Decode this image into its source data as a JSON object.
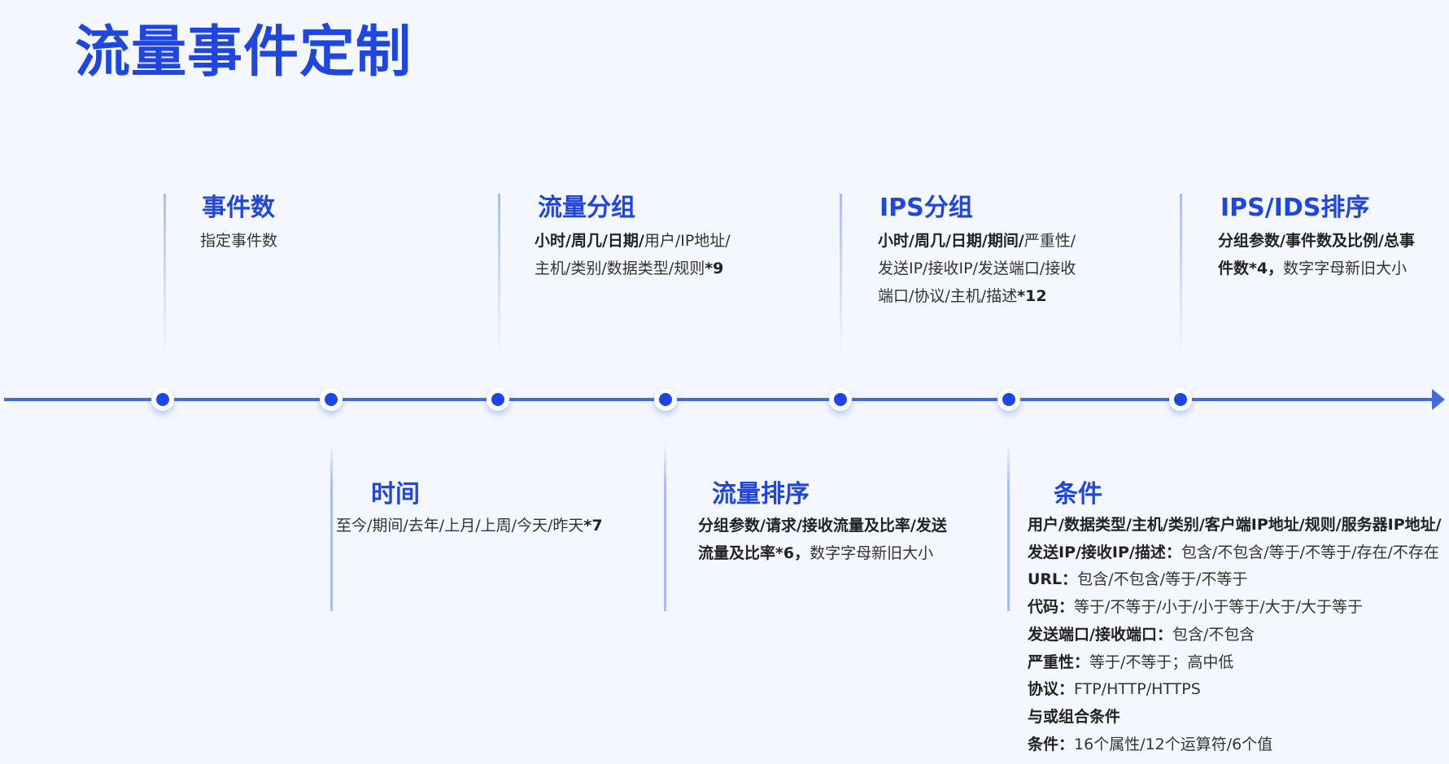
{
  "title": "流量事件定制",
  "upper": [
    {
      "title": "事件数",
      "lines": [
        {
          "bold": "",
          "normal": "指定事件数"
        }
      ]
    },
    {
      "title": "流量分组",
      "lines": [
        {
          "bold": "小时/周几/日期/",
          "normal": "用户/IP地址/"
        },
        {
          "bold": "",
          "normal": "主机/类别/数据类型/规则",
          "tail": "*9"
        }
      ]
    },
    {
      "title": "IPS分组",
      "lines": [
        {
          "bold": "小时/周几/日期/期间/",
          "normal": "严重性/"
        },
        {
          "bold": "",
          "normal": "发送IP/接收IP/发送端口/接收"
        },
        {
          "bold": "",
          "normal": "端口/协议/主机/描述",
          "tail": "*12"
        }
      ]
    },
    {
      "title": "IPS/IDS排序",
      "lines": [
        {
          "bold": "分组参数/事件数及比例/总事",
          "normal": ""
        },
        {
          "bold": "件数*4，",
          "normal": "数字字母新旧大小"
        }
      ]
    }
  ],
  "lower": [
    {
      "title": "时间",
      "lines": [
        {
          "bold": "",
          "normal": "至今/期间/去年/上月/上周/今天/昨天",
          "tail": "*7"
        }
      ]
    },
    {
      "title": "流量排序",
      "lines": [
        {
          "bold": "分组参数/请求/接收流量及比率/发送",
          "normal": ""
        },
        {
          "bold": "流量及比率*6，",
          "normal": "数字字母新旧大小"
        }
      ]
    },
    {
      "title": "条件",
      "lines": [
        {
          "bold": "用户/数据类型/主机/类别/客户端IP地址/规则/服务器IP地址/",
          "normal": ""
        },
        {
          "bold": "发送IP/接收IP/描述：",
          "normal": "包含/不包含/等于/不等于/存在/不存在"
        },
        {
          "bold": "URL：",
          "normal": "包含/不包含/等于/不等于"
        },
        {
          "bold": "代码：",
          "normal": "等于/不等于/小于/小于等于/大于/大于等于"
        },
        {
          "bold": "发送端口/接收端口：",
          "normal": "包含/不包含"
        },
        {
          "bold": "严重性：",
          "normal": "等于/不等于；高中低"
        },
        {
          "bold": "协议：",
          "normal": "FTP/HTTP/HTTPS"
        },
        {
          "bold": "与或组合条件",
          "normal": ""
        },
        {
          "bold": "条件：",
          "normal": "16个属性/12个运算符/6个值"
        }
      ]
    }
  ],
  "colors": {
    "accent": "#1f47e0",
    "axis": "#4169e1",
    "dot": "#1e46e6"
  }
}
